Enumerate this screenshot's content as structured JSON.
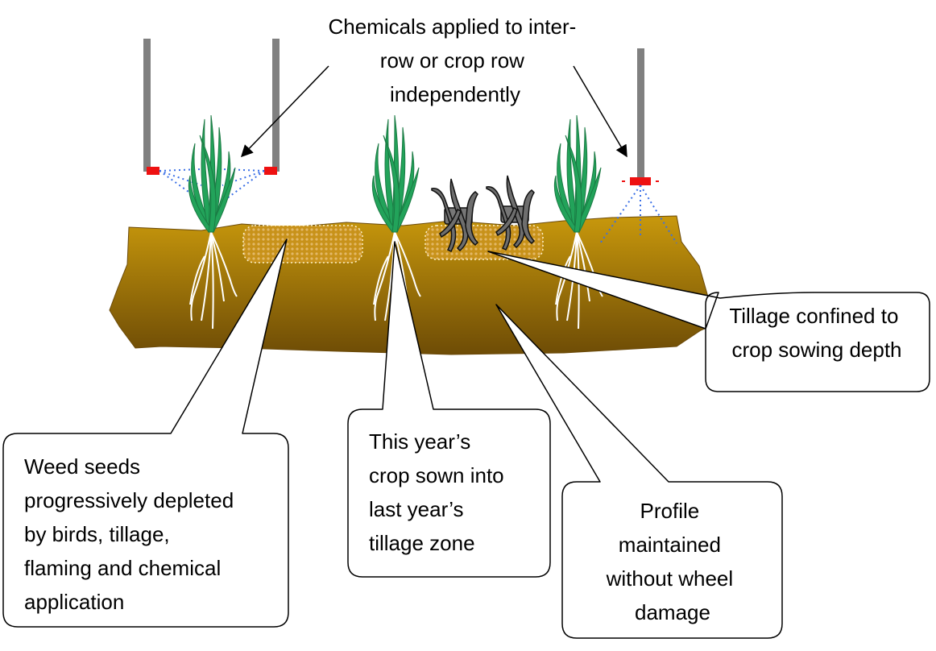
{
  "labels": {
    "chemicals": [
      "Chemicals applied to inter-",
      "row or crop row",
      "independently"
    ],
    "tillage": [
      "Tillage confined to",
      "crop sowing depth"
    ],
    "weed_seeds": [
      "Weed seeds",
      "progressively depleted",
      "by birds, tillage,",
      "flaming and chemical",
      "application"
    ],
    "this_year": [
      "This year’s",
      "crop sown into",
      "last year’s",
      "tillage zone"
    ],
    "profile": [
      "Profile",
      "maintained",
      "without wheel",
      "damage"
    ]
  },
  "colors": {
    "soil_top": "#c8980c",
    "soil_bottom": "#6e4c06",
    "plant": "#22a35a",
    "nozzle": "#ee1111",
    "spray": "#3a6fe6",
    "boom": "#808080",
    "tine": "#6e6e6e"
  },
  "icons": [
    "sprayer-boom-icon",
    "spray-nozzle-icon",
    "crop-plant-icon",
    "tillage-tine-icon",
    "seed-bank-icon"
  ]
}
